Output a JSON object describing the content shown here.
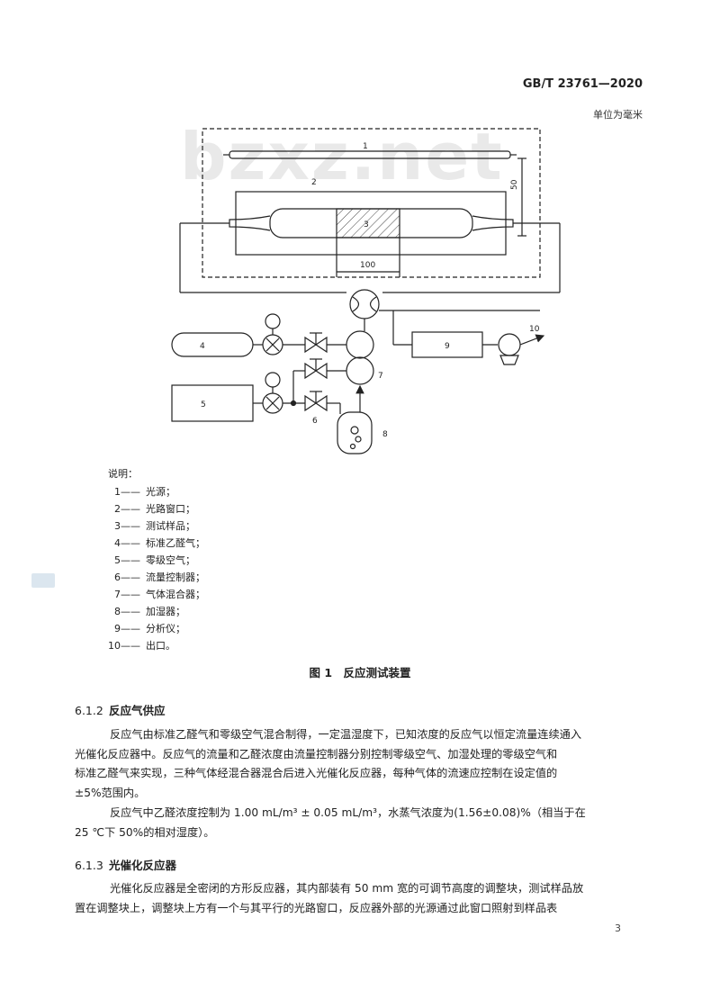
{
  "header": {
    "standard_no": "GB/T 23761—2020",
    "unit_note": "单位为毫米"
  },
  "figure": {
    "watermark": "bzxz.net",
    "labels": {
      "l1": "1",
      "l2": "2",
      "l3": "3",
      "l4": "4",
      "l5": "5",
      "l6": "6",
      "l7": "7",
      "l8": "8",
      "l9": "9",
      "l10": "10"
    },
    "dimensions": {
      "d50": "50",
      "d100": "100"
    },
    "caption": "图 1　反应测试装置"
  },
  "legend": {
    "title": "说明：",
    "items": [
      {
        "num": "1",
        "text": "光源；"
      },
      {
        "num": "2",
        "text": "光路窗口；"
      },
      {
        "num": "3",
        "text": "测试样品；"
      },
      {
        "num": "4",
        "text": "标准乙醛气；"
      },
      {
        "num": "5",
        "text": "零级空气；"
      },
      {
        "num": "6",
        "text": "流量控制器；"
      },
      {
        "num": "7",
        "text": "气体混合器；"
      },
      {
        "num": "8",
        "text": "加湿器；"
      },
      {
        "num": "9",
        "text": "分析仪；"
      },
      {
        "num": "10",
        "text": "出口。"
      }
    ]
  },
  "sections": [
    {
      "number": "6.1.2",
      "title": "反应气供应",
      "paragraphs": [
        [
          "反应气由标准乙醛气和零级空气混合制得，一定温湿度下，已知浓度的反应气以恒定流量连续通入",
          "光催化反应器中。反应气的流量和乙醛浓度由流量控制器分别控制零级空气、加湿处理的零级空气和",
          "标准乙醛气来实现，三种气体经混合器混合后进入光催化反应器，每种气体的流速应控制在设定值的",
          "±5%范围内。"
        ],
        [
          "反应气中乙醛浓度控制为 1.00 mL/m³ ± 0.05 mL/m³，水蒸气浓度为(1.56±0.08)%（相当于在",
          "25 ℃下 50%的相对湿度）。"
        ]
      ]
    },
    {
      "number": "6.1.3",
      "title": "光催化反应器",
      "paragraphs": [
        [
          "光催化反应器是全密闭的方形反应器，其内部装有 50 mm 宽的可调节高度的调整块，测试样品放",
          "置在调整块上，调整块上方有一个与其平行的光路窗口，反应器外部的光源通过此窗口照射到样品表"
        ]
      ]
    }
  ],
  "footer": {
    "page_number": "3"
  }
}
